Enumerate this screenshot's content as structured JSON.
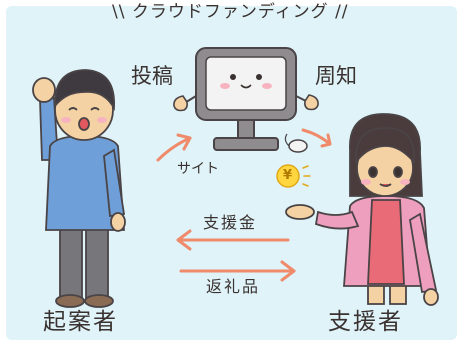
{
  "title": "\\\\ クラウドファンディング //",
  "labels": {
    "post": "投稿",
    "notify": "周知",
    "site": "サイト",
    "support_money": "支援金",
    "gift": "返礼品",
    "founder": "起案者",
    "supporter": "支援者"
  },
  "coin_symbol": "¥",
  "colors": {
    "background": "#dff3f9",
    "arrow": "#ef8a6a",
    "founder_shirt": "#6f9fd8",
    "supporter_cardigan": "#ef9fbe",
    "monitor": "#9c9a9c",
    "coin": "#ffd640",
    "text": "#3a3230"
  }
}
